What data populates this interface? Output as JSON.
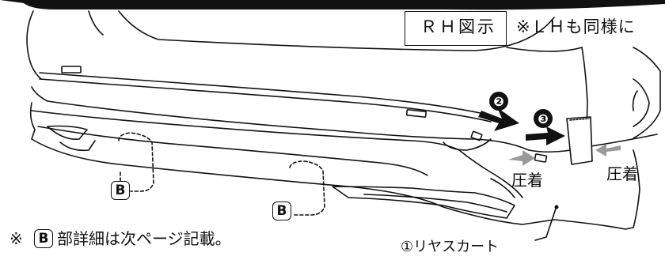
{
  "labels": {
    "view_side": "ＲＨ図示",
    "lh_note": "※ＬＨも同様に",
    "press_left": "圧着",
    "press_right": "圧着",
    "detail_note": "部詳細は次ページ記載。",
    "detail_prefix": "※",
    "part_name": "①リヤスカート"
  },
  "markers": {
    "b_label": "B",
    "step_2": "❷",
    "step_3": "❸"
  },
  "colors": {
    "line": "#111111",
    "arrow_gray": "#9a9a9a",
    "shade": "#dcdcdc"
  }
}
